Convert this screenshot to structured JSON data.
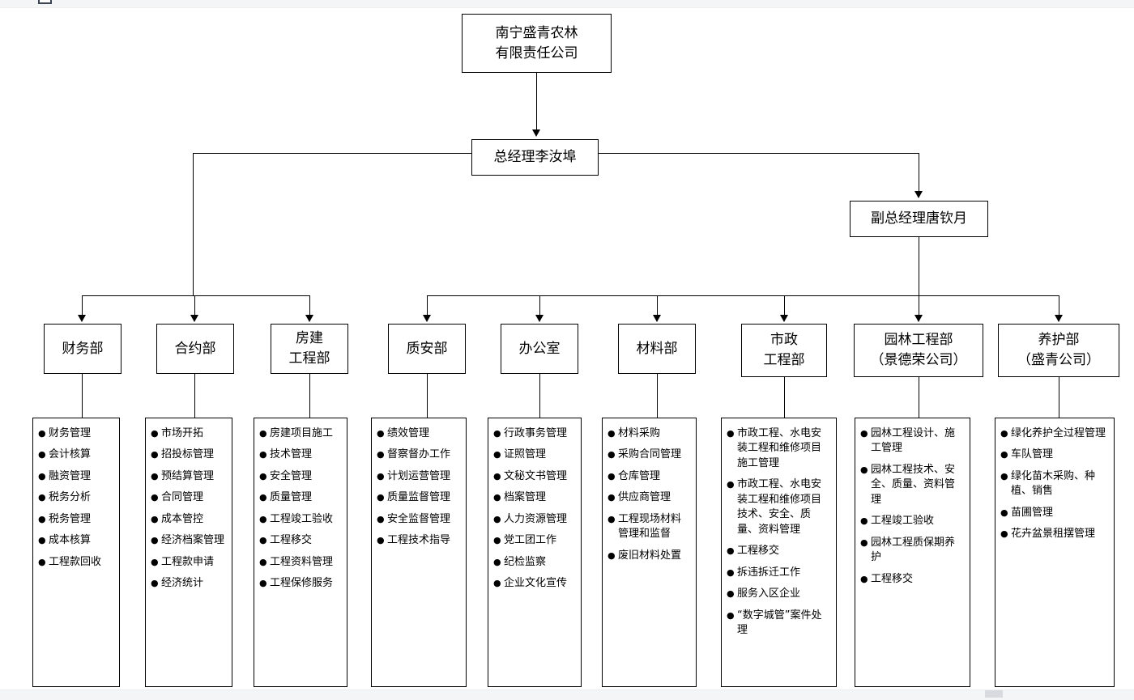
{
  "chrome": {
    "top_handle_icon": "window-handle-icon",
    "bottom_handle_icon": "resize-handle-icon"
  },
  "org": {
    "company": {
      "label": "南宁盛青农林\n有限责任公司"
    },
    "general_manager": {
      "label": "总经理李汝埠"
    },
    "deputy_general_manager": {
      "label": "副总经理唐钦月"
    },
    "departments": [
      {
        "name": "财务部",
        "items": [
          "财务管理",
          "会计核算",
          "融资管理",
          "税务分析",
          "税务管理",
          "成本核算",
          "工程款回收"
        ]
      },
      {
        "name": "合约部",
        "items": [
          "市场开拓",
          "招投标管理",
          "预结算管理",
          "合同管理",
          "成本管控",
          "经济档案管理",
          "工程款申请",
          "经济统计"
        ]
      },
      {
        "name": "房建\n工程部",
        "items": [
          "房建项目施工",
          "技术管理",
          "安全管理",
          "质量管理",
          "工程竣工验收",
          "工程移交",
          "工程资料管理",
          "工程保修服务"
        ]
      },
      {
        "name": "质安部",
        "items": [
          "绩效管理",
          "督察督办工作",
          "计划运营管理",
          "质量监督管理",
          "安全监督管理",
          "工程技术指导"
        ]
      },
      {
        "name": "办公室",
        "items": [
          "行政事务管理",
          "证照管理",
          "文秘文书管理",
          "档案管理",
          "人力资源管理",
          "党工团工作",
          "纪检监察",
          "企业文化宣传"
        ]
      },
      {
        "name": "材料部",
        "items": [
          "材料采购",
          "采购合同管理",
          "仓库管理",
          "供应商管理",
          "工程现场材料管理和监督",
          "废旧材料处置"
        ]
      },
      {
        "name": "市政\n工程部",
        "items": [
          "市政工程、水电安装工程和维修项目施工管理",
          "市政工程、水电安装工程和维修项目技术、安全、质量、资料管理",
          "工程移交",
          "拆违拆迁工作",
          "服务入区企业",
          "“数字城管”案件处理"
        ]
      },
      {
        "name": "园林工程部\n（景德荣公司）",
        "items": [
          "园林工程设计、施工管理",
          "园林工程技术、安全、质量、资料管理",
          "工程竣工验收",
          "园林工程质保期养护",
          "工程移交"
        ]
      },
      {
        "name": "养护部\n（盛青公司）",
        "items": [
          "绿化养护全过程管理",
          "车队管理",
          "绿化苗木采购、种植、销售",
          "苗圃管理",
          "花卉盆景租摆管理"
        ]
      }
    ]
  }
}
